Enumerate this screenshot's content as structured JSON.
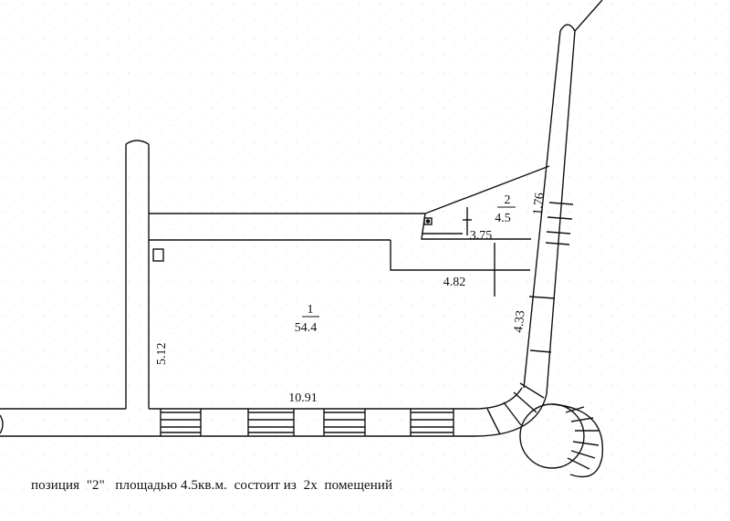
{
  "plan": {
    "rooms": [
      {
        "number": "1",
        "area": "54.4"
      },
      {
        "number": "2",
        "area": "4.5"
      }
    ],
    "dimensions": {
      "room1_height": "5.12",
      "room1_width": "10.91",
      "step_width": "4.82",
      "corridor_length": "4.33",
      "room2_width": "3.75",
      "room2_height": "1.76"
    }
  },
  "caption": {
    "text": "позиция  \"2\"   площадью 4.5кв.м.  состоит из  2х  помещений"
  }
}
